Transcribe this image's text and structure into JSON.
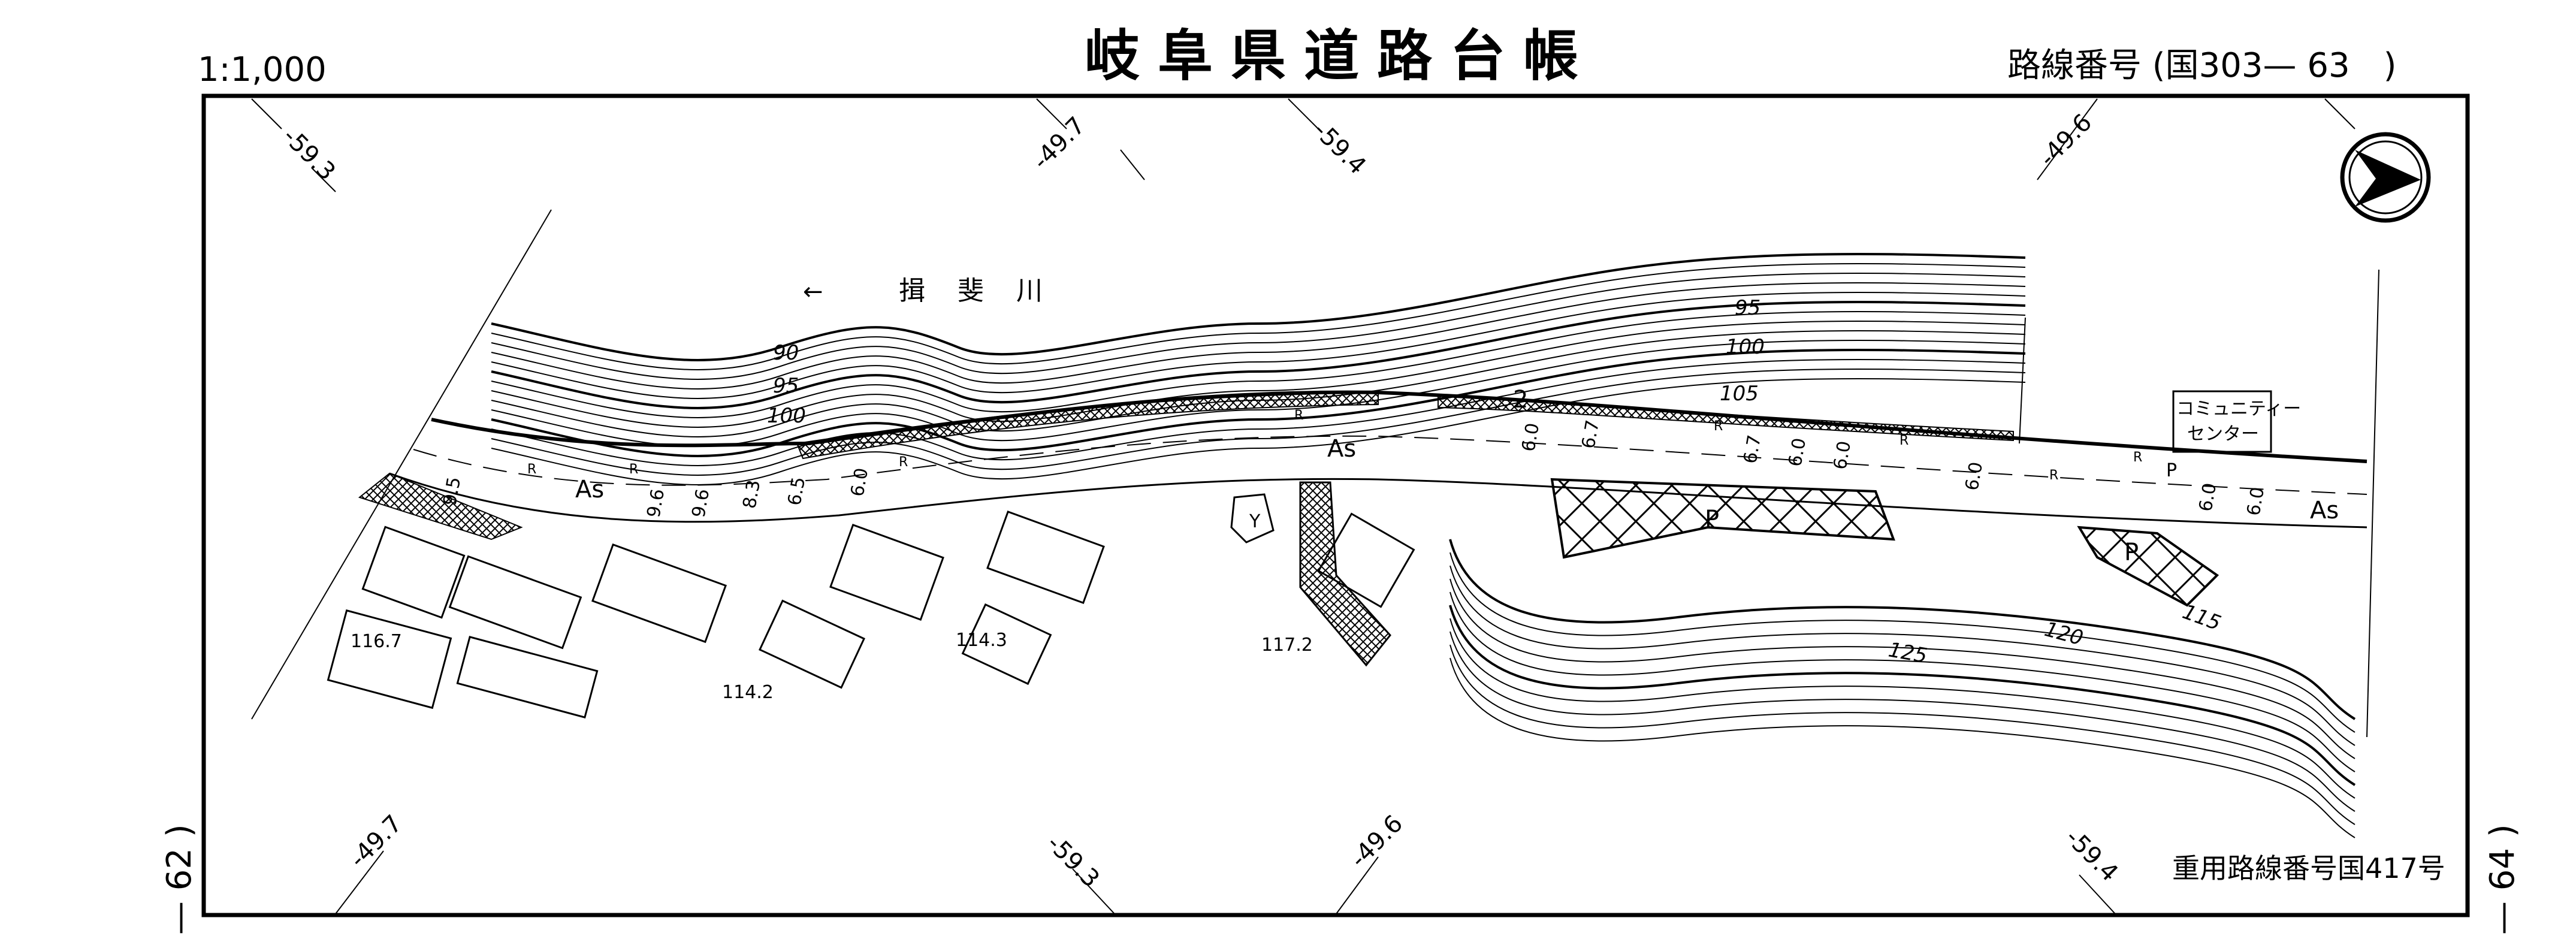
{
  "header": {
    "scale": "1:1,000",
    "title": "岐阜県道路台帳",
    "route_number": "路線番号 (国303— 63　)"
  },
  "footer": {
    "overlap_route": "重用路線番号国417号"
  },
  "sheet_refs": {
    "left": "— 62 )",
    "right": "— 64 )"
  },
  "grid_labels": {
    "top": [
      "-59.3",
      "-49.7",
      "-59.4",
      "-49.6"
    ],
    "bottom": [
      "-49.7",
      "-59.3",
      "-49.6",
      "-59.4"
    ]
  },
  "map": {
    "river_arrow": "←",
    "river_name": "揖 斐 川",
    "contours": [
      "90",
      "95",
      "100",
      "95",
      "100",
      "105",
      "115",
      "120",
      "125"
    ],
    "pavement": [
      "As",
      "As",
      "As"
    ],
    "spot_heights": [
      "116.7",
      "114.2",
      "114.3",
      "117.2"
    ],
    "parking": [
      "P",
      "P",
      "P"
    ],
    "building_label": "Y",
    "community_center_line1": "コミュニティー",
    "community_center_line2": "センター",
    "number_2": "2",
    "road_widths": [
      "9.5",
      "9.6",
      "9.6",
      "8.3",
      "6.5",
      "6.0",
      "6.0",
      "6.7",
      "6.7",
      "6.0",
      "6.0",
      "6.0",
      "6.0",
      "6.0"
    ],
    "road_marks": [
      "R",
      "R",
      "R",
      "R",
      "R",
      "R",
      "R",
      "R"
    ]
  },
  "north_arrow_icon": "north-arrow-icon"
}
